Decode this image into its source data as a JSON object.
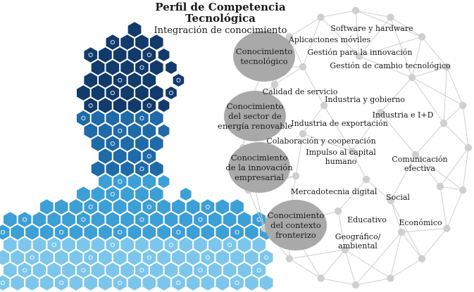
{
  "title_line1": "Perfil de Competencia",
  "title_line2": "Tecnológica",
  "subtitle": "Integración de conocimiento",
  "colors": {
    "hex_dark": "#123a6b",
    "hex_mid": "#1f6aa8",
    "hex_light": "#3c9fd6",
    "hex_pale": "#7cc6ec",
    "node_gray": "#a9a9a9",
    "net_gray": "#cfcfcf"
  },
  "nodes": [
    {
      "id": "tec",
      "lines": [
        "Conocimiento",
        "tecnológico"
      ]
    },
    {
      "id": "ener",
      "lines": [
        "Conocimiento",
        "del sector de",
        "energía renovable"
      ]
    },
    {
      "id": "innov",
      "lines": [
        "Conocimiento",
        "de la innovación",
        "empresarial"
      ]
    },
    {
      "id": "ctx",
      "lines": [
        "Conocimiento",
        "del contexto",
        "fronterizo"
      ]
    }
  ],
  "labels": [
    {
      "id": "software",
      "lines": [
        "Software y hardware"
      ]
    },
    {
      "id": "apps",
      "lines": [
        "Aplicaciones móviles"
      ]
    },
    {
      "id": "gestinn",
      "lines": [
        "Gestión para la innovación"
      ]
    },
    {
      "id": "gestcambio",
      "lines": [
        "Gestión de cambio tecnológico"
      ]
    },
    {
      "id": "calidad",
      "lines": [
        "Calidad de servicio"
      ]
    },
    {
      "id": "indgob",
      "lines": [
        "Industria y gobierno"
      ]
    },
    {
      "id": "indid",
      "lines": [
        "Industria e I+D"
      ]
    },
    {
      "id": "indexp",
      "lines": [
        "Industria de exportación"
      ]
    },
    {
      "id": "colab",
      "lines": [
        "Colaboración y cooperación"
      ]
    },
    {
      "id": "impulso",
      "lines": [
        "Impulso al capital",
        "humano"
      ]
    },
    {
      "id": "comunic",
      "lines": [
        "Comunicación",
        "efectiva"
      ]
    },
    {
      "id": "merca",
      "lines": [
        "Mercadotecnia digital"
      ]
    },
    {
      "id": "social",
      "lines": [
        "Social"
      ]
    },
    {
      "id": "educ",
      "lines": [
        "Educativo"
      ]
    },
    {
      "id": "econ",
      "lines": [
        "Económico"
      ]
    },
    {
      "id": "geo",
      "lines": [
        "Geográfico/",
        "ambiental"
      ]
    }
  ]
}
